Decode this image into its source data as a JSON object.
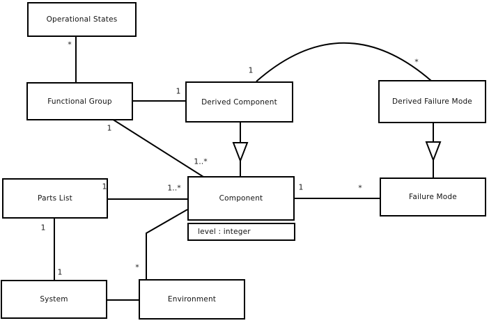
{
  "diagram_title": "UML class diagram",
  "colors": {
    "background": "#ffffff",
    "line": "#000000",
    "text": "#111111"
  },
  "classes": {
    "operational_states": {
      "name": "Operational States"
    },
    "functional_group": {
      "name": "Functional Group"
    },
    "derived_component": {
      "name": "Derived Component"
    },
    "derived_failure_mode": {
      "name": "Derived Failure Mode"
    },
    "parts_list": {
      "name": "Parts List"
    },
    "component": {
      "name": "Component",
      "attribute": "level : integer"
    },
    "failure_mode": {
      "name": "Failure Mode"
    },
    "system": {
      "name": "System"
    },
    "environment": {
      "name": "Environment"
    }
  },
  "relationships": [
    {
      "type": "association",
      "from": "Operational States",
      "to": "Functional Group",
      "from_label": "*"
    },
    {
      "type": "association",
      "from": "Functional Group",
      "to": "Derived Component",
      "to_label": "1"
    },
    {
      "type": "association",
      "from": "Functional Group",
      "to": "Component",
      "from_label": "1",
      "to_label": "1..*"
    },
    {
      "type": "generalization",
      "from": "Derived Component",
      "to": "Component"
    },
    {
      "type": "association",
      "from": "Derived Component",
      "to": "Derived Failure Mode",
      "from_label": "1",
      "to_label": "*",
      "shape": "arc"
    },
    {
      "type": "generalization",
      "from": "Derived Failure Mode",
      "to": "Failure Mode"
    },
    {
      "type": "association",
      "from": "Component",
      "to": "Failure Mode",
      "from_label": "1",
      "to_label": "*"
    },
    {
      "type": "association",
      "from": "Parts List",
      "to": "Component",
      "from_label": "1",
      "to_label": "1..*"
    },
    {
      "type": "association",
      "from": "Parts List",
      "to": "System",
      "from_label": "1",
      "to_label": "1"
    },
    {
      "type": "association",
      "from": "System",
      "to": "Environment"
    },
    {
      "type": "association",
      "from": "Environment",
      "to": "Component",
      "from_label": "*"
    }
  ]
}
